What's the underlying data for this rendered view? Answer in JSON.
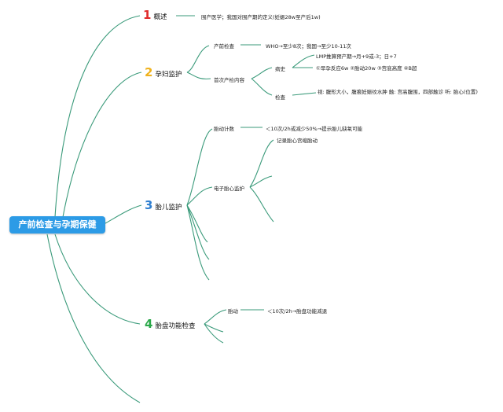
{
  "root": {
    "label": "产前检查与孕期保健"
  },
  "branches": [
    {
      "num": "1",
      "label": "概述",
      "color": "#e02b2b",
      "note": "围产医学；我国对围产期的定义(妊娠28w至产后1w)"
    },
    {
      "num": "2",
      "label": "孕妇监护",
      "color": "#f0b21c",
      "prenatal": {
        "label": "产前检查",
        "value": "WHO→至少8次；我国→至少10-11次"
      },
      "first": {
        "label": "首次产检内容",
        "history": {
          "label": "病史",
          "lmp": "LMP推算预产期→月+9或-3；日+7",
          "signs": "①早孕反应6w ②胎动20w ③宫底高度 ④B超"
        },
        "exam": {
          "label": "检查",
          "value": "视: 腹形大小，腹痕妊娠纹水肿 触: 宫高腹围，四部触诊 听: 胎心(位置)"
        }
      }
    },
    {
      "num": "3",
      "label": "胎儿监护",
      "color": "#2f7fd0",
      "fm": {
        "label": "胎动计数",
        "value": "＜10次/2h或减少50%→提示胎儿缺氧可能"
      },
      "efm": {
        "label": "电子胎心监护",
        "record": "记录胎心宫缩胎动"
      }
    },
    {
      "num": "4",
      "label": "胎盘功能检查",
      "color": "#2ba84a",
      "fm": {
        "label": "胎动",
        "value": "＜10次/2h→胎盘功能减退"
      }
    }
  ],
  "colors": {
    "line": "#3a9a7a",
    "root_bg": "#2c9be6"
  }
}
